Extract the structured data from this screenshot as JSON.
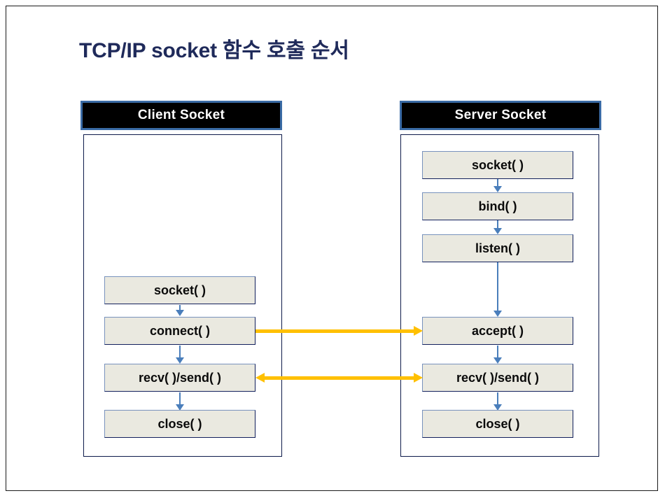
{
  "slide": {
    "title": "TCP/IP socket 함수 호출 순서"
  },
  "columns": {
    "client": {
      "header": "Client Socket",
      "steps": [
        {
          "label": "socket( )"
        },
        {
          "label": "connect( )"
        },
        {
          "label": "recv( )/send( )"
        },
        {
          "label": "close( )"
        }
      ]
    },
    "server": {
      "header": "Server Socket",
      "steps": [
        {
          "label": "socket( )"
        },
        {
          "label": "bind( )"
        },
        {
          "label": "listen( )"
        },
        {
          "label": "accept( )"
        },
        {
          "label": "recv( )/send( )"
        },
        {
          "label": "close( )"
        }
      ]
    }
  },
  "connections": [
    {
      "from": "connect( )",
      "to": "accept( )",
      "direction": "right"
    },
    {
      "from": "recv( )/send( )",
      "to": "recv( )/send( )",
      "direction": "both"
    }
  ],
  "colors": {
    "title": "#1f2a5a",
    "header_fill": "#000000",
    "header_border": "#3a6ba5",
    "box_fill": "#eae9e0",
    "box_border": "#12205c",
    "flow_arrow": "#4a7ebb",
    "link_arrow": "#ffc000",
    "panel_border": "#0d1a4a"
  }
}
